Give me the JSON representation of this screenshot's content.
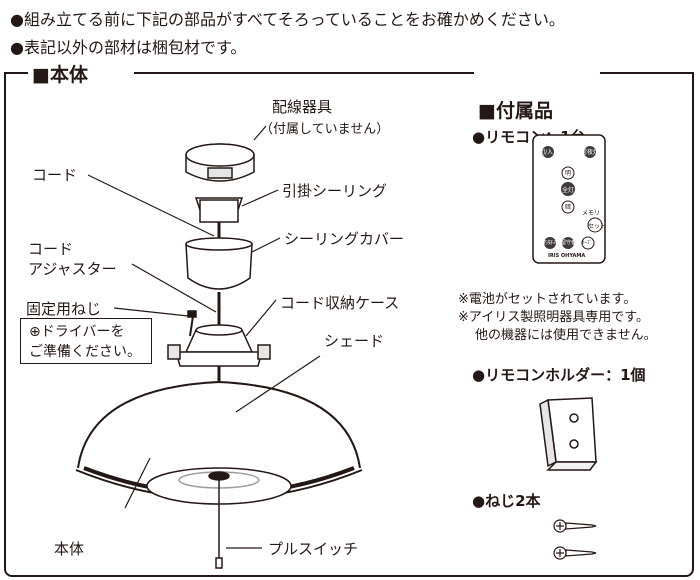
{
  "intro": {
    "line1": "●組み立てる前に下記の部品がすべてそろっていることをお確かめください。",
    "line2": "●表記以外の部材は梱包材です。"
  },
  "main_unit": {
    "heading": "■本体",
    "labels": {
      "wiring_device": "配線器具",
      "wiring_device_note": "（付属していません）",
      "cord_top": "コード",
      "hook_ceiling": "引掛シーリング",
      "cord_adjuster_1": "コード",
      "cord_adjuster_2": "アジャスター",
      "ceiling_cover": "シーリングカバー",
      "cord_case": "コード収納ケース",
      "fixing_screw": "固定用ねじ",
      "shade": "シェード",
      "body": "本体",
      "pull_switch": "プルスイッチ"
    },
    "driver_note": {
      "line1": "⊕ドライバーを",
      "line2": "ご準備ください。"
    }
  },
  "accessories": {
    "heading": "■付属品",
    "remote": "●リモコン：1台",
    "remote_buttons": {
      "off": "切/入",
      "timer": "常夜灯",
      "bright": "明",
      "full": "全灯",
      "dim": "暗",
      "memory": "メモリ",
      "set": "セット",
      "b1": "お好み",
      "b2": "留守番",
      "b3": "ｾｰﾌﾞ",
      "brand": "IRIS OHYAMA"
    },
    "note1": "※電池がセットされています。",
    "note2": "※アイリス製照明器具専用です。",
    "note3": "他の機器には使用できません。",
    "holder": "●リモコンホルダー：1個",
    "screws": "●ねじ2本"
  },
  "colors": {
    "ink": "#231815",
    "remote_button": "#3e3a39",
    "light_gray": "#e6e6e6"
  }
}
